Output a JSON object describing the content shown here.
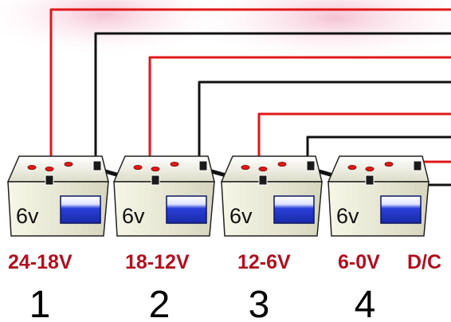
{
  "colors": {
    "background_wash": "#f6c9d8",
    "positive_wire": "#e01818",
    "negative_wire": "#111111",
    "label_red": "#b01020",
    "battery_body": "#ecedd6",
    "battery_window": "#1f35cf"
  },
  "batteries": [
    {
      "voltage": "6v",
      "range": "24-18V",
      "number": "1"
    },
    {
      "voltage": "6v",
      "range": "18-12V",
      "number": "2"
    },
    {
      "voltage": "6v",
      "range": "12-6V",
      "number": "3"
    },
    {
      "voltage": "6v",
      "range": "6-0V",
      "number": "4"
    }
  ],
  "extra_label": "D/C"
}
